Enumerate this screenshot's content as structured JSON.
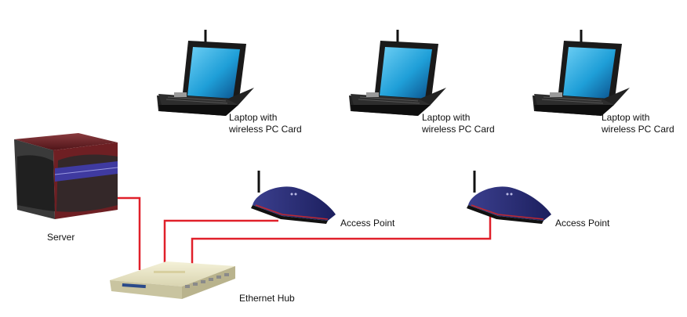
{
  "diagram": {
    "laptops": [
      {
        "line1": "Laptop with",
        "line2": "wireless PC Card"
      },
      {
        "line1": "Laptop with",
        "line2": "wireless PC Card"
      },
      {
        "line1": "Laptop with",
        "line2": "wireless PC Card"
      }
    ],
    "access_points": [
      {
        "label": "Access Point"
      },
      {
        "label": "Access Point"
      }
    ],
    "server": {
      "label": "Server"
    },
    "hub": {
      "label": "Ethernet Hub"
    },
    "colors": {
      "cable": "#e0202a",
      "laptop_body": "#1a1a1a",
      "laptop_screen": "#1f9fd8",
      "access_point": "#2a2f7a",
      "server_body": "#6e1f23",
      "hub_body": "#e9e5c8"
    }
  }
}
